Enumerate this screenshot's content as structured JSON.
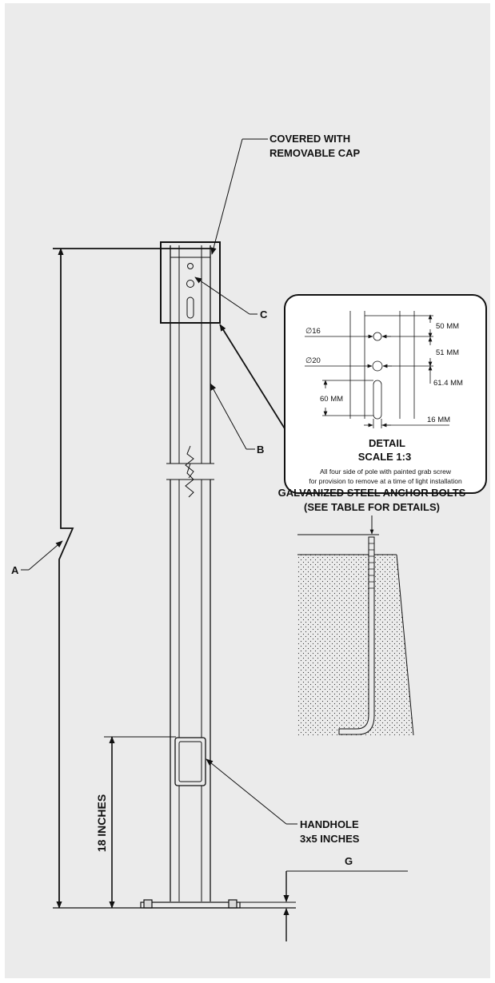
{
  "labels": {
    "cap_line1": "COVERED WITH",
    "cap_line2": "REMOVABLE CAP",
    "a": "A",
    "b": "B",
    "c": "C",
    "g": "G",
    "height_18": "18 INCHES",
    "handhole_line1": "HANDHOLE",
    "handhole_line2": "3x5 INCHES",
    "anchor_line1": "GALVANIZED STEEL ANCHOR BOLTS",
    "anchor_line2": "(SEE TABLE FOR DETAILS)"
  },
  "detail": {
    "dia16": "∅16",
    "dia20": "∅20",
    "dim50": "50  MM",
    "dim51": "51  MM",
    "dim614": "61.4  MM",
    "dim60": "60  MM",
    "dim16": "16  MM",
    "title": "DETAIL",
    "scale": "SCALE 1:3",
    "note1": "All four side of pole with painted grab screw",
    "note2": "for provision to remove at a time of light installation"
  },
  "colors": {
    "panel": "#ebebeb",
    "line": "#111111"
  }
}
